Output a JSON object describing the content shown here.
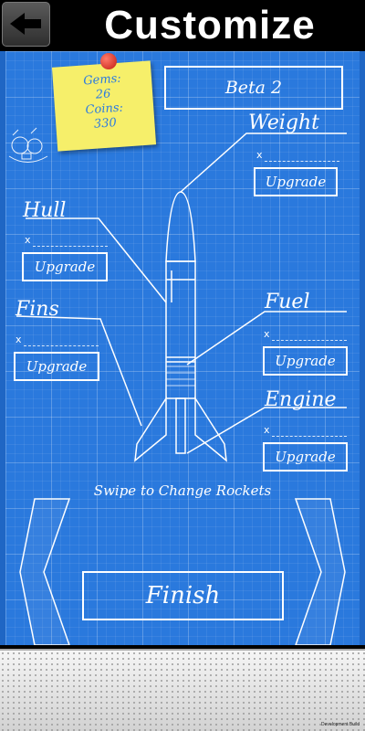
{
  "header": {
    "title": "Customize",
    "back_icon": "back-arrow-icon"
  },
  "rocket": {
    "name": "Beta 2",
    "swipe_hint": "Swipe to Change Rockets"
  },
  "note": {
    "gems_label": "Gems:",
    "gems_value": "26",
    "coins_label": "Coins:",
    "coins_value": "330"
  },
  "parts": {
    "weight": {
      "label": "Weight",
      "level_mark": "x",
      "button": "Upgrade"
    },
    "hull": {
      "label": "Hull",
      "level_mark": "x",
      "button": "Upgrade"
    },
    "fins": {
      "label": "Fins",
      "level_mark": "x",
      "button": "Upgrade"
    },
    "fuel": {
      "label": "Fuel",
      "level_mark": "x",
      "button": "Upgrade"
    },
    "engine": {
      "label": "Engine",
      "level_mark": "x",
      "button": "Upgrade"
    }
  },
  "actions": {
    "finish": "Finish",
    "prev_icon": "chevron-left-icon",
    "next_icon": "chevron-right-icon"
  },
  "footer": {
    "build_label": "Development Build"
  },
  "colors": {
    "blueprint": "#2a79dd",
    "note": "#f6ef6a",
    "ink": "#ffffff"
  }
}
